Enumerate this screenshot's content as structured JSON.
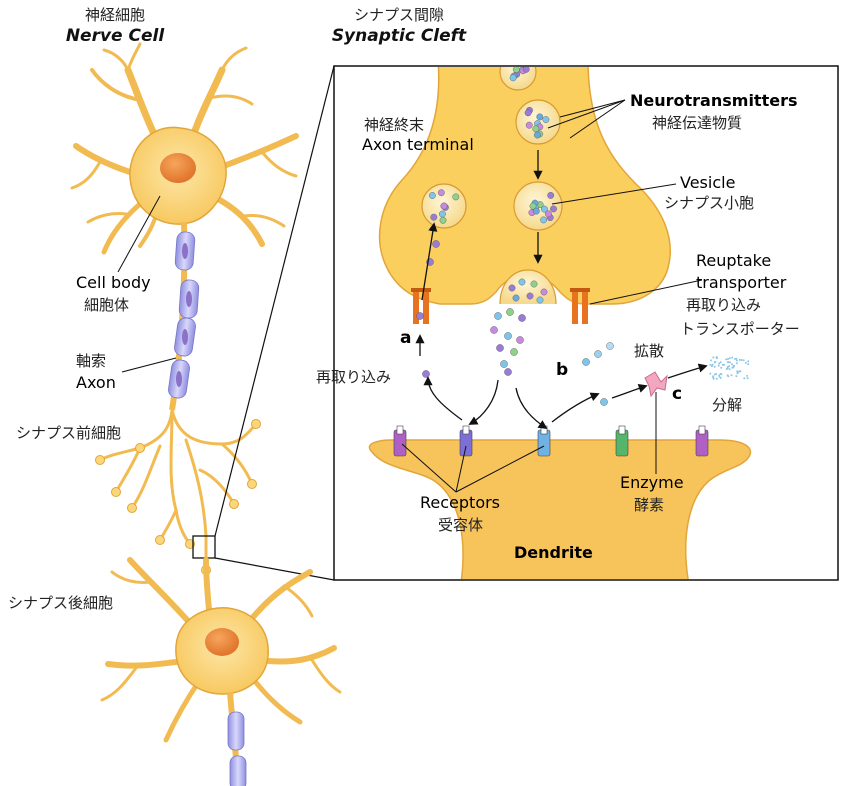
{
  "header": {
    "nerve_cell_jp": "神経細胞",
    "nerve_cell_en": "Nerve Cell",
    "synaptic_cleft_jp": "シナプス間隙",
    "synaptic_cleft_en": "Synaptic Cleft"
  },
  "neuron_labels": {
    "cell_body_en": "Cell body",
    "cell_body_jp": "細胞体",
    "axon_jp": "軸索",
    "axon_en": "Axon",
    "presynaptic_jp": "シナプス前細胞",
    "postsynaptic_jp": "シナプス後細胞"
  },
  "synapse_labels": {
    "axon_terminal_jp": "神経終末",
    "axon_terminal_en": "Axon terminal",
    "neurotransmitters_en": "Neurotransmitters",
    "neurotransmitters_jp": "神経伝達物質",
    "vesicle_en": "Vesicle",
    "vesicle_jp": "シナプス小胞",
    "reuptake_transporter_en_1": "Reuptake",
    "reuptake_transporter_en_2": "transporter",
    "reuptake_transporter_jp_1": "再取り込み",
    "reuptake_transporter_jp_2": "トランスポーター",
    "reuptake_jp": "再取り込み",
    "diffusion_jp": "拡散",
    "breakdown_jp": "分解",
    "receptors_en": "Receptors",
    "receptors_jp": "受容体",
    "enzyme_en": "Enzyme",
    "enzyme_jp": "酵素",
    "dendrite_en": "Dendrite",
    "letter_a": "a",
    "letter_b": "b",
    "letter_c": "c"
  },
  "colors": {
    "cell_fill": "#fbd77a",
    "cell_stroke": "#e2a53a",
    "nucleus": "#ee8a3a",
    "myelin": "#b9b7ee",
    "terminal_fill": "#fbcf5e",
    "dendrite_fill": "#f6c45a",
    "transporter": "#e8731f",
    "receptor_purple": "#b05fc4",
    "receptor_violet": "#7c6fd8",
    "receptor_blue": "#6fb2e6",
    "receptor_green": "#55b56a",
    "box_border": "#111111"
  }
}
